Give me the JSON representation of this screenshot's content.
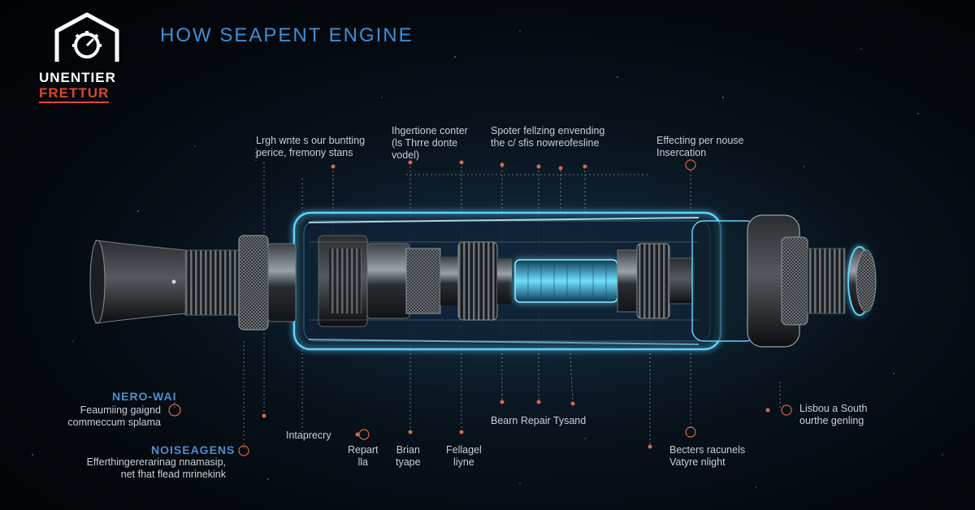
{
  "logo": {
    "line1": "UNENTIER",
    "line2": "FRETTUR"
  },
  "title": "HOW SEAPENT ENGINE",
  "labels": {
    "top1": [
      "Lrgh wnte s our buntting",
      "perice, fremony stans"
    ],
    "top2": [
      "Ihgertione conter",
      "(ls Thrre donte",
      "vodel)"
    ],
    "top3": [
      "Spoter fellzing envending",
      "the c/ sfis nowreofesline"
    ],
    "top4": [
      "Effecting per nouse",
      "Insercation"
    ],
    "left1_heading": "NERO-WAI",
    "left1": [
      "Feaumiing gaignd",
      "commeccum splama"
    ],
    "left2_heading": "NOISEAGENS",
    "left2": [
      "Efferthingererarinag nnamasip,",
      "net fhat flead mrinekink"
    ],
    "bottom_intap": "Intaprecry",
    "bottom_a": [
      "Repart",
      "lla"
    ],
    "bottom_b": [
      "Brian",
      "tyape"
    ],
    "bottom_c": [
      "Fellagel",
      "liyne"
    ],
    "bottom_mid": "Bearn Repair Tysand",
    "bottom_right": [
      "Becters racunels",
      "Vatyre nlight"
    ],
    "right": [
      "Lisbou a South",
      "ourthe genling"
    ]
  },
  "colors": {
    "accent": "#3d8fd6",
    "marker": "#d9684a",
    "glow": "#5fd2ff"
  }
}
